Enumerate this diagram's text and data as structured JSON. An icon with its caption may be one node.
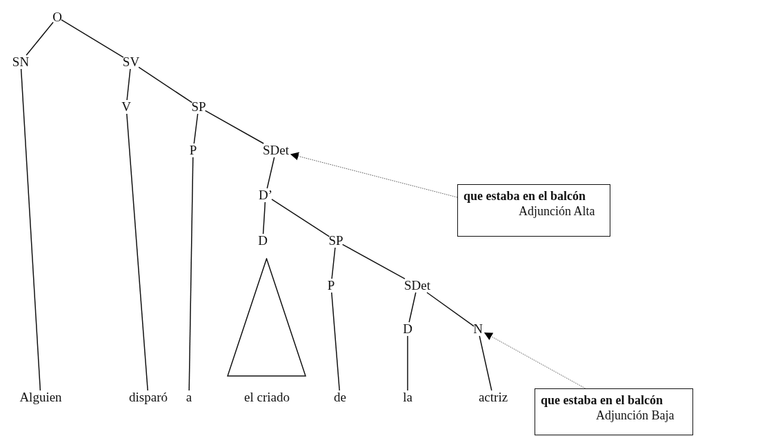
{
  "diagram": {
    "nodes": [
      {
        "text": [
          "O"
        ]
      },
      {
        "text": [
          "SN"
        ]
      },
      {
        "text": [
          "SV"
        ]
      },
      {
        "text": [
          "V"
        ]
      },
      {
        "text": [
          "SP"
        ]
      },
      {
        "text": [
          "P"
        ]
      },
      {
        "text": [
          "SDet"
        ]
      },
      {
        "text": [
          "D’"
        ]
      },
      {
        "text": [
          "D"
        ]
      },
      {
        "text": [
          "SP"
        ]
      },
      {
        "text": [
          "P"
        ]
      },
      {
        "text": [
          "SDet"
        ]
      },
      {
        "text": [
          "D"
        ]
      },
      {
        "text": [
          "N"
        ]
      },
      {
        "text": [],
        "shape": "triangle"
      },
      {
        "text": [
          "Alguien"
        ]
      },
      {
        "text": [
          "disparó"
        ]
      },
      {
        "text": [
          "a"
        ]
      },
      {
        "text": [
          "el criado"
        ]
      },
      {
        "text": [
          "de"
        ]
      },
      {
        "text": [
          "la"
        ]
      },
      {
        "text": [
          "actriz"
        ]
      },
      {
        "text": [
          "que estaba en el balcón",
          "Adjunción Alta"
        ]
      },
      {
        "text": [
          "que estaba en el balcón",
          "Adjunción Baja"
        ]
      }
    ],
    "edges": [
      {
        "from": 0,
        "to": 1,
        "arrow": "none"
      },
      {
        "from": 0,
        "to": 2,
        "arrow": "none"
      },
      {
        "from": 2,
        "to": 3,
        "arrow": "none"
      },
      {
        "from": 2,
        "to": 4,
        "arrow": "none"
      },
      {
        "from": 4,
        "to": 5,
        "arrow": "none"
      },
      {
        "from": 4,
        "to": 6,
        "arrow": "none"
      },
      {
        "from": 6,
        "to": 7,
        "arrow": "none"
      },
      {
        "from": 7,
        "to": 8,
        "arrow": "none"
      },
      {
        "from": 7,
        "to": 9,
        "arrow": "none"
      },
      {
        "from": 9,
        "to": 10,
        "arrow": "none"
      },
      {
        "from": 9,
        "to": 11,
        "arrow": "none"
      },
      {
        "from": 11,
        "to": 12,
        "arrow": "none"
      },
      {
        "from": 11,
        "to": 13,
        "arrow": "none"
      },
      {
        "from": 1,
        "to": 15,
        "arrow": "none"
      },
      {
        "from": 3,
        "to": 16,
        "arrow": "none"
      },
      {
        "from": 5,
        "to": 17,
        "arrow": "none"
      },
      {
        "from": 10,
        "to": 19,
        "arrow": "none"
      },
      {
        "from": 12,
        "to": 20,
        "arrow": "none"
      },
      {
        "from": 13,
        "to": 21,
        "arrow": "none"
      },
      {
        "from": 22,
        "to": 6,
        "arrow": "to",
        "style": "dashed"
      },
      {
        "from": 23,
        "to": 13,
        "arrow": "to",
        "style": "dashed"
      }
    ]
  }
}
